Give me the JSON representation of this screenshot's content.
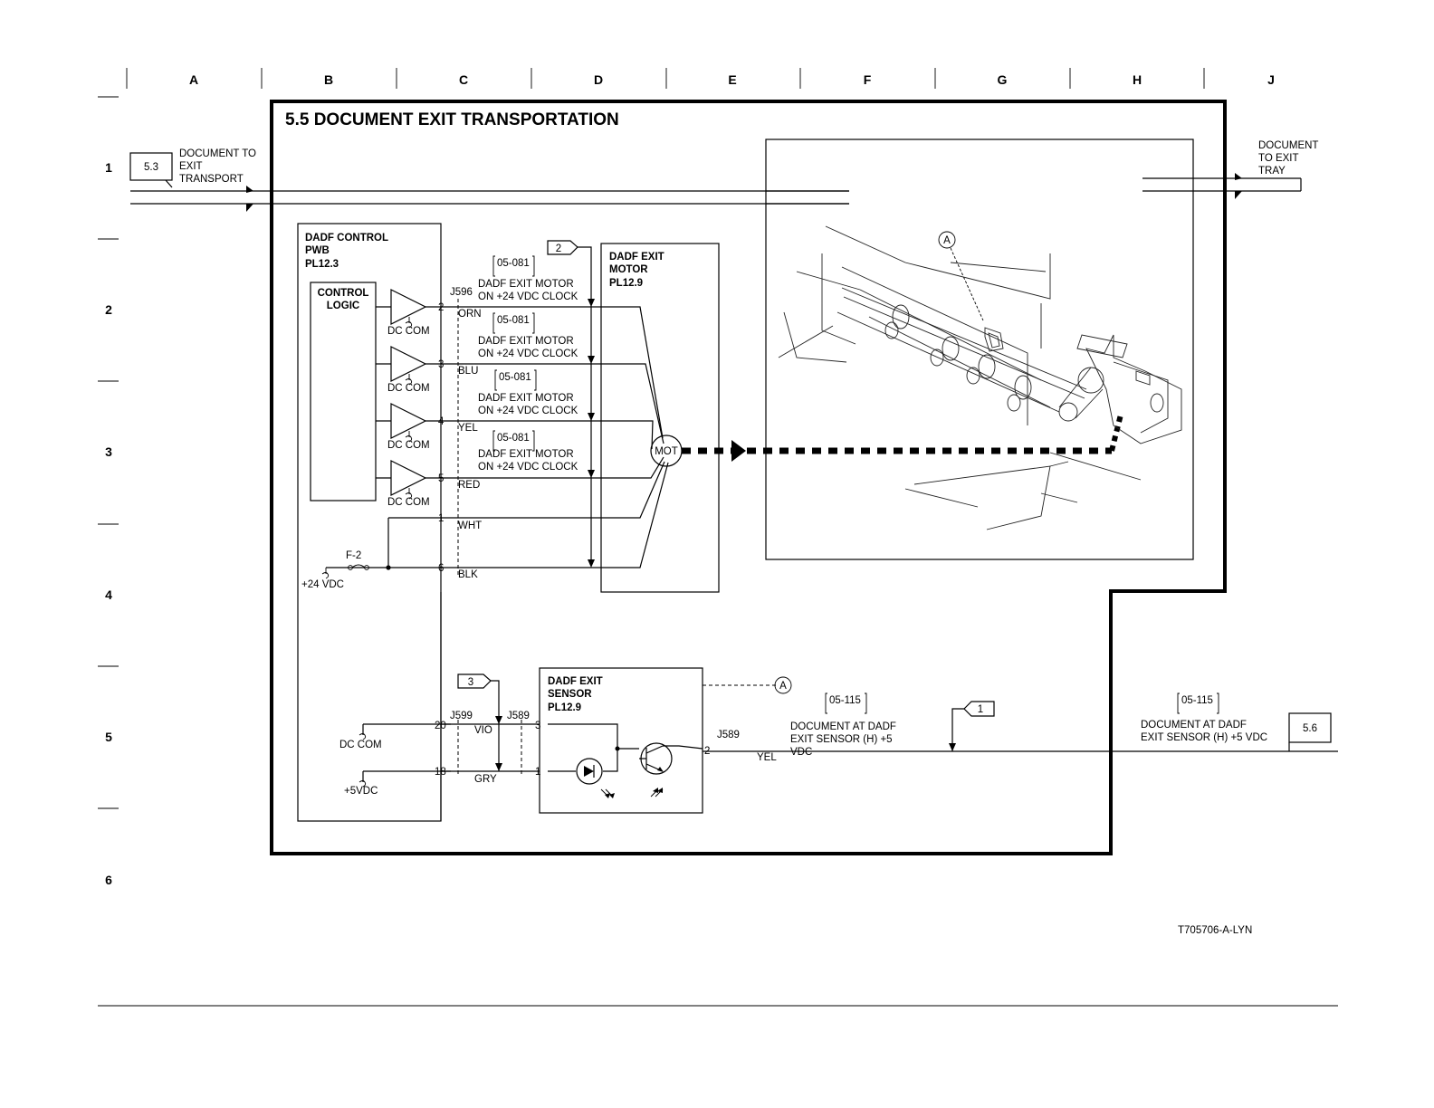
{
  "grid": {
    "columns": [
      "A",
      "B",
      "C",
      "D",
      "E",
      "F",
      "G",
      "H",
      "J"
    ],
    "rows": [
      "1",
      "2",
      "3",
      "4",
      "5",
      "6"
    ]
  },
  "title": "5.5 DOCUMENT EXIT TRANSPORTATION",
  "offpage_in": {
    "ref": "5.3",
    "label_lines": [
      "DOCUMENT TO",
      "EXIT",
      "TRANSPORT"
    ]
  },
  "offpage_out": {
    "label_lines": [
      "DOCUMENT",
      "TO EXIT",
      "TRAY"
    ]
  },
  "control_pwb": {
    "label_lines": [
      "DADF CONTROL",
      "PWB",
      "PL12.3"
    ],
    "logic_lines": [
      "CONTROL",
      "LOGIC"
    ],
    "dc_com": "DC COM",
    "fuse": "F-2",
    "supply": "+24 VDC"
  },
  "motor": {
    "label_lines": [
      "DADF EXIT",
      "MOTOR",
      "PL12.9"
    ],
    "symbol": "MOT",
    "flag": "2",
    "connector": "J596",
    "signals": [
      {
        "pin": "2",
        "wire": "ORN",
        "ref": "05-081",
        "lines": [
          "DADF EXIT MOTOR",
          "ON +24 VDC CLOCK"
        ]
      },
      {
        "pin": "3",
        "wire": "BLU",
        "ref": "05-081",
        "lines": [
          "DADF EXIT MOTOR",
          "ON +24 VDC CLOCK"
        ]
      },
      {
        "pin": "4",
        "wire": "YEL",
        "ref": "05-081",
        "lines": [
          "DADF EXIT MOTOR",
          "ON +24 VDC CLOCK"
        ]
      },
      {
        "pin": "5",
        "wire": "RED",
        "ref": "05-081",
        "lines": [
          "DADF EXIT MOTOR",
          "ON +24 VDC CLOCK"
        ]
      }
    ],
    "power_pins": [
      {
        "pin": "1",
        "wire": "WHT"
      },
      {
        "pin": "6",
        "wire": "BLK"
      }
    ]
  },
  "sensor": {
    "label_lines": [
      "DADF EXIT",
      "SENSOR",
      "PL12.9"
    ],
    "flag": "3",
    "pwb_connector": "J599",
    "sensor_connector": "J589",
    "out_connector": "J589",
    "pins": [
      {
        "pwb_pin": "20",
        "wire": "VIO",
        "sensor_pin": "3",
        "ground": "DC COM"
      },
      {
        "pwb_pin": "18",
        "wire": "GRY",
        "sensor_pin": "1",
        "supply": "+5VDC"
      }
    ],
    "out_pin": "2",
    "out_wire": "YEL",
    "callout": "A",
    "signal_left": {
      "ref": "05-115",
      "lines": [
        "DOCUMENT AT DADF",
        "EXIT SENSOR (H) +5",
        "VDC"
      ]
    },
    "flag_out": "1",
    "signal_right": {
      "ref": "05-115",
      "lines": [
        "DOCUMENT AT DADF",
        "EXIT SENSOR (H) +5 VDC"
      ]
    },
    "offpage_ref": "5.6"
  },
  "illustration_callout": "A",
  "figure_id": "T705706-A-LYN"
}
